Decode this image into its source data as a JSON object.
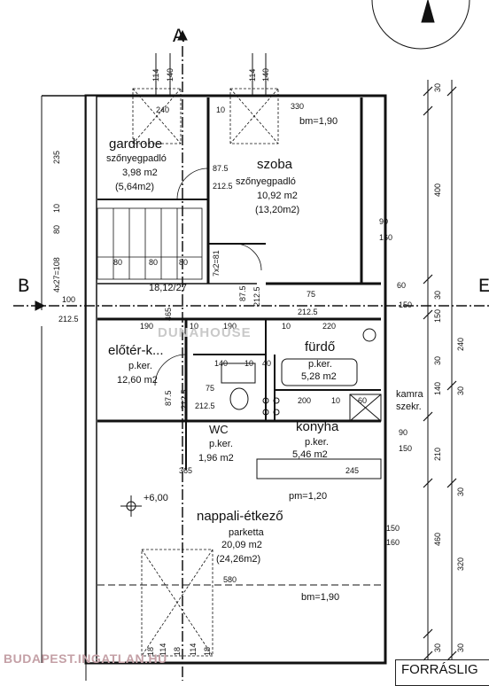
{
  "axes": {
    "a": "A",
    "b": "B",
    "b_right": "E"
  },
  "rooms": {
    "gardrobe": {
      "name": "gardrobe",
      "floor": "szőnyegpadló",
      "area": "3,98 m2",
      "area2": "(5,64m2)"
    },
    "szoba": {
      "name": "szoba",
      "floor": "szőnyegpadló",
      "area": "10,92 m2",
      "area2": "(13,20m2)"
    },
    "eloter": {
      "name": "előtér-k...",
      "floor": "p.ker.",
      "area": "12,60 m2"
    },
    "furdo": {
      "name": "fürdő",
      "floor": "p.ker.",
      "area": "5,28 m2"
    },
    "wc": {
      "name": "WC",
      "floor": "p.ker.",
      "area": "1,96 m2"
    },
    "konyha": {
      "name": "konyha",
      "floor": "p.ker.",
      "area": "5,46 m2"
    },
    "nappali": {
      "name": "nappali-étkező",
      "floor": "parketta",
      "area": "20,09 m2",
      "area2": "(24,26m2)"
    },
    "kamra": {
      "line1": "kamra",
      "line2": "szekr."
    }
  },
  "annotations": {
    "bm_top": "bm=1,90",
    "bm_bottom": "bm=1,90",
    "pm": "pm=1,20",
    "level": "+6,00",
    "stair": "18,12/27"
  },
  "dims": {
    "top_114a": "114",
    "top_140a": "140",
    "top_114b": "114",
    "top_140b": "140",
    "d240": "240",
    "d10": "10",
    "d330": "330",
    "d875a": "87.5",
    "d2125a": "212.5",
    "d235": "235",
    "d10b": "10",
    "d80": "80",
    "d80a": "80",
    "d80b": "80",
    "d80c": "80",
    "d4x27": "4x27=108",
    "d100": "100",
    "d2125b": "212.5",
    "d465": "465",
    "d190a": "190",
    "d10c": "10",
    "d190b": "190",
    "d10d": "10",
    "d220": "220",
    "d75a": "75",
    "d2125c": "212.5",
    "d875b": "87.5",
    "d2125d": "212.5",
    "d7x2": "7x2=81",
    "d140a": "140",
    "d10e": "10",
    "d40": "40",
    "d75b": "75",
    "d2125e": "212.5",
    "d875c": "87.5",
    "d2125f": "212.5",
    "d200": "200",
    "d10f": "10",
    "d60a": "60",
    "d365": "365",
    "d245": "245",
    "d580": "580",
    "d90a": "90",
    "d160a": "160",
    "d60b": "60",
    "d150a": "150",
    "d90b": "90",
    "d150b": "150",
    "d150c": "150",
    "d160b": "160",
    "r30a": "30",
    "r400": "400",
    "r30b": "30",
    "r150": "150",
    "r240": "240",
    "r30c": "30",
    "r140": "140",
    "r30d": "30",
    "r210": "210",
    "r30e": "30",
    "r460": "460",
    "r320": "320",
    "r30f": "30",
    "r30g": "30",
    "b18a": "18",
    "b114a": "114",
    "b18b": "18",
    "b114b": "114",
    "b18c": "18"
  },
  "watermark": "BUDAPEST.INGATLAN.HU",
  "watermark2": "DUNAHOUSE",
  "title_fragment": "FORRÁSLIG"
}
